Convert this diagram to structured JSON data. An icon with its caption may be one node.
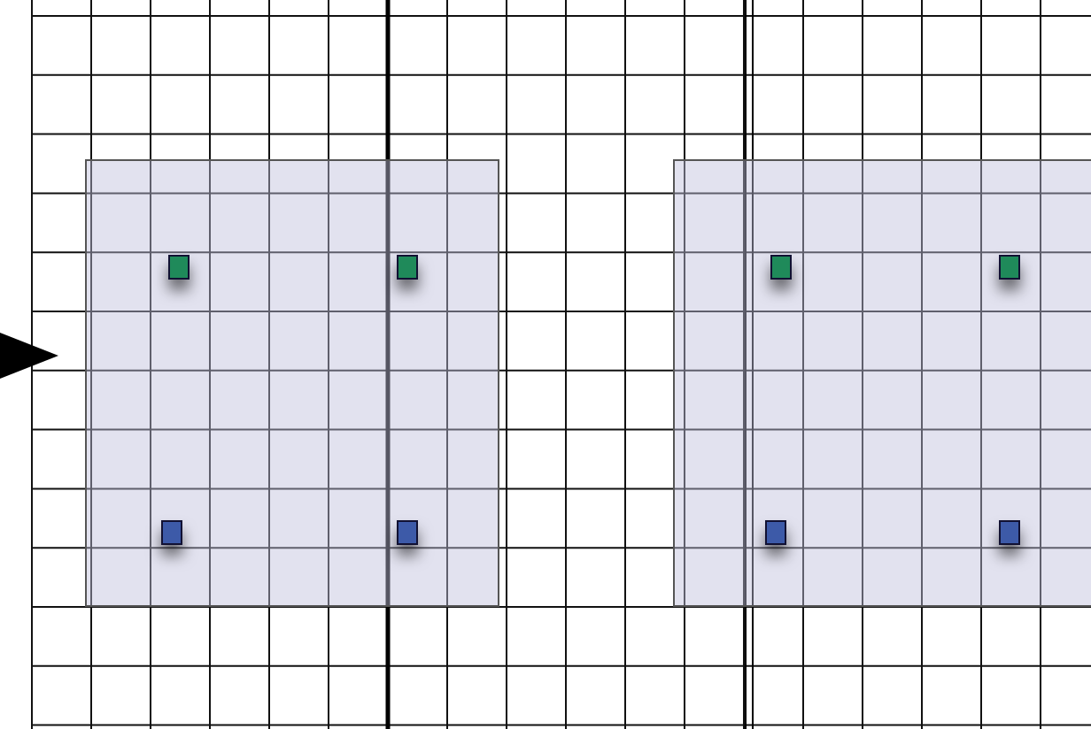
{
  "diagram": {
    "nodes": [
      {
        "text": [],
        "shape": "box"
      },
      {
        "text": [],
        "shape": "box",
        "in": 0
      },
      {
        "text": [],
        "shape": "box",
        "in": 0
      },
      {
        "text": [],
        "shape": "box",
        "in": 0
      },
      {
        "text": [],
        "shape": "box",
        "in": 0
      },
      {
        "text": [],
        "shape": "box"
      },
      {
        "text": [],
        "shape": "box",
        "in": 5
      },
      {
        "text": [],
        "shape": "box",
        "in": 5
      },
      {
        "text": [],
        "shape": "box",
        "in": 5
      },
      {
        "text": [],
        "shape": "box",
        "in": 5
      }
    ]
  }
}
